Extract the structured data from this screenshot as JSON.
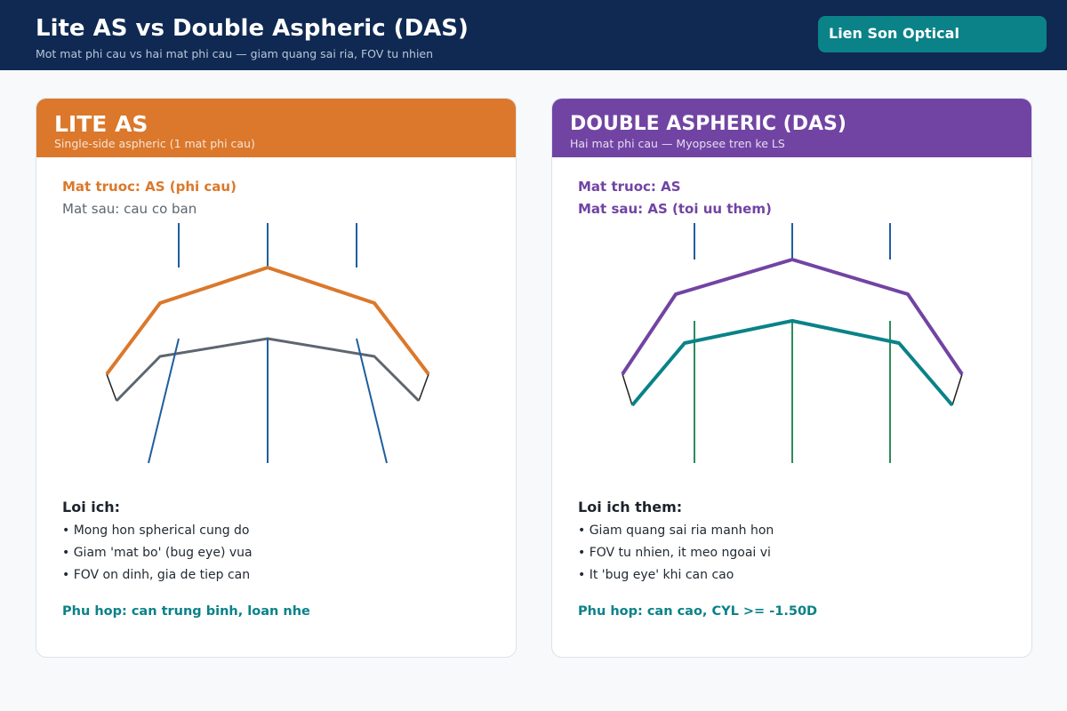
{
  "header": {
    "title": "Lite AS vs Double Aspheric (DAS)",
    "subtitle": "Mot mat phi cau vs hai mat phi cau — giam quang sai ria, FOV tu nhien",
    "brand": "Lien Son Optical"
  },
  "colors": {
    "header_bg": "#0f2952",
    "brand_bg": "#0a8288",
    "lite_accent": "#db782b",
    "das_accent": "#7144a3",
    "teal": "#0a8288",
    "ray_blue": "#1f5e9e",
    "ray_green": "#2e8b5b",
    "back_surface_grey": "#5d6670"
  },
  "lite": {
    "title": "LITE AS",
    "subtitle": "Single-side aspheric (1 mat phi cau)",
    "front": "Mat truoc: AS (phi cau)",
    "back": "Mat sau: cau co ban",
    "benefits_heading": "Loi ich:",
    "benefits": [
      "• Mong hon spherical cung do",
      "• Giam 'mat bo' (bug eye) vua",
      "• FOV on dinh, gia de tiep can"
    ],
    "fit": "Phu hop: can trung binh, loan nhe"
  },
  "das": {
    "title": "DOUBLE ASPHERIC (DAS)",
    "subtitle": "Hai mat phi cau — Myopsee tren ke LS",
    "front": "Mat truoc: AS",
    "back": "Mat sau: AS (toi uu them)",
    "benefits_heading": "Loi ich them:",
    "benefits": [
      "• Giam quang sai ria manh hon",
      "• FOV tu nhien, it meo ngoai vi",
      "• It 'bug eye' khi can cao"
    ],
    "fit": "Phu hop: can cao, CYL >= -1.50D"
  }
}
